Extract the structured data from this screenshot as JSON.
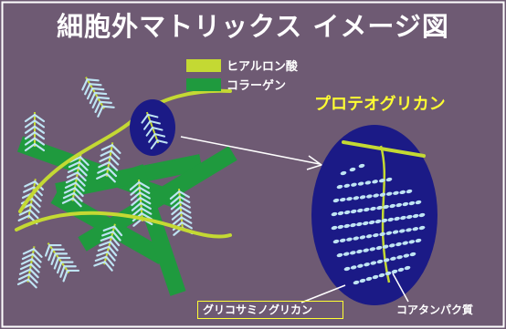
{
  "title": "細胞外マトリックス イメージ図",
  "colors": {
    "background": "#6e5a73",
    "frame": "#ffffff",
    "hyaluronic": "#c4d933",
    "collagen": "#1f9a3e",
    "proteoglycan_bg": "#1b1a86",
    "gag_dot": "#bfe4f4",
    "label_yellow": "#ffff33",
    "text": "#ffffff"
  },
  "legend": [
    {
      "label": "ヒアルロン酸",
      "swatch_color": "#c4d933"
    },
    {
      "label": "コラーゲン",
      "swatch_color": "#1f9a3e"
    }
  ],
  "labels": {
    "proteoglycan": "プロテオグリカン",
    "glycosaminoglycan": "グリコサミノグリカン",
    "core_protein": "コアタンパク質"
  }
}
